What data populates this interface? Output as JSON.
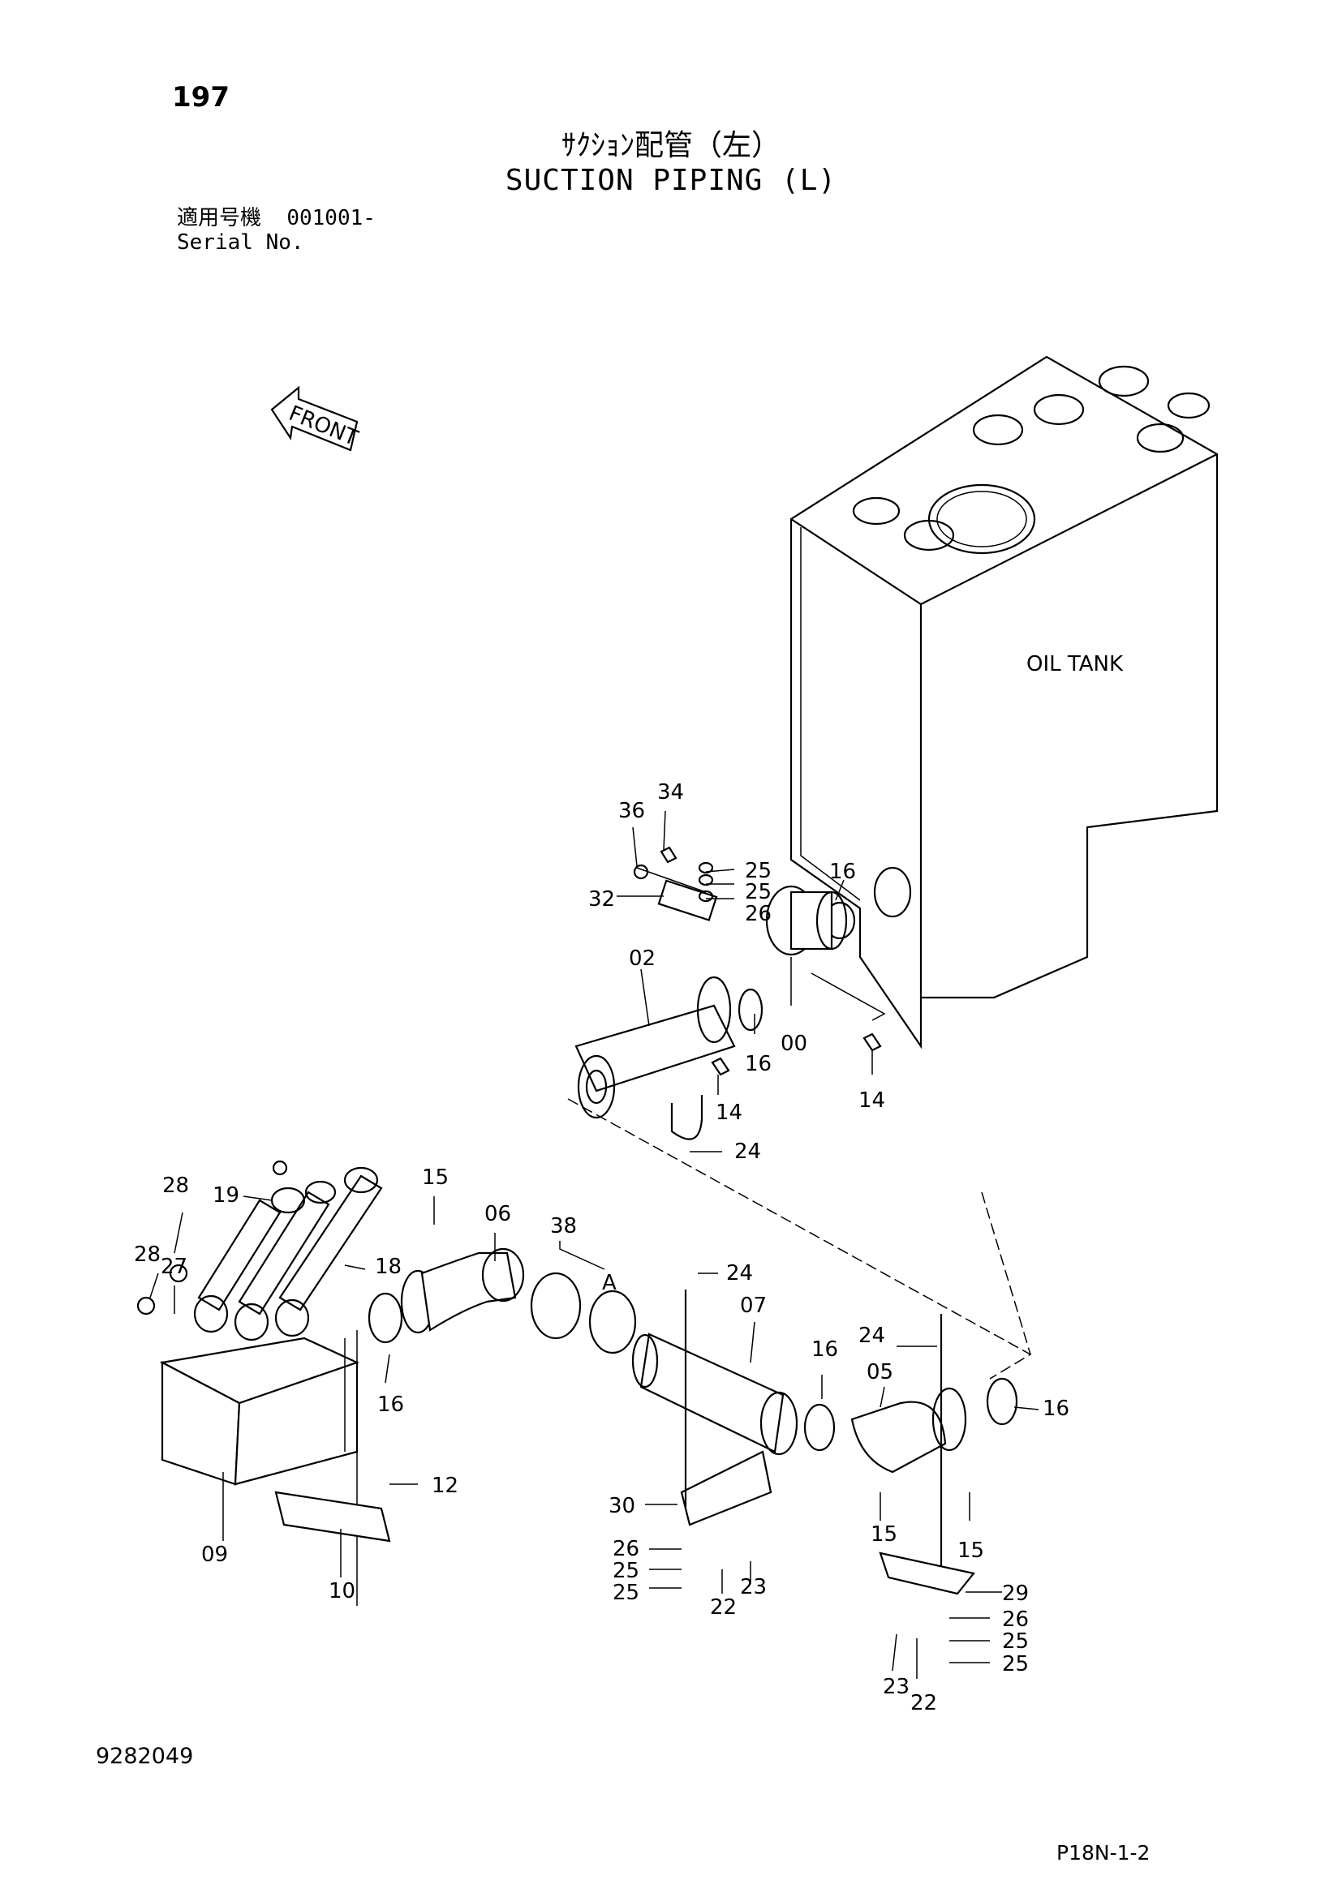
{
  "header": {
    "page_number": "197",
    "title_jp": "ｻｸｼｮﾝ配管（左）",
    "title_en": "SUCTION PIPING (L)",
    "serial_label_jp": "適用号機",
    "serial_value": "001001-",
    "serial_label_en": "Serial No."
  },
  "diagram": {
    "front_label": "FRONT",
    "tank_label": "OIL TANK",
    "callouts": {
      "c34": "34",
      "c36": "36",
      "c25a": "25",
      "c25b": "25",
      "c26a": "26",
      "c16a": "16",
      "c32": "32",
      "c02": "02",
      "c16b": "16",
      "c00": "00",
      "c14a": "14",
      "c14b": "14",
      "c24a": "24",
      "c28a": "28",
      "c19": "19",
      "c15a": "15",
      "c06": "06",
      "c38": "38",
      "cA": "A",
      "c24b": "24",
      "c28b": "28",
      "c27": "27",
      "c18": "18",
      "c07": "07",
      "c16c": "16",
      "c24c": "24",
      "c05": "05",
      "c16d": "16",
      "c16e": "16",
      "c12": "12",
      "c09": "09",
      "c10": "10",
      "c30": "30",
      "c26b": "26",
      "c25c": "25",
      "c25d": "25",
      "c22a": "22",
      "c23a": "23",
      "c15b": "15",
      "c15c": "15",
      "c29": "29",
      "c26c": "26",
      "c25e": "25",
      "c25f": "25",
      "c23b": "23",
      "c22b": "22"
    }
  },
  "footer": {
    "drawing_number": "9282049",
    "page_code": "P18N-1-2"
  }
}
